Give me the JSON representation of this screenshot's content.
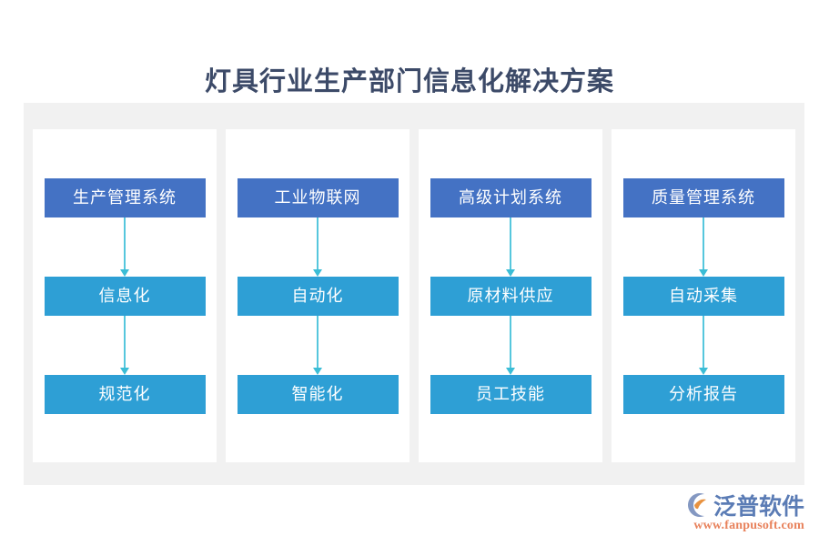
{
  "page": {
    "title": "灯具行业生产部门信息化解决方案",
    "background_color": "#ffffff",
    "panel_color": "#f1f1f1",
    "card_color": "#ffffff"
  },
  "colors": {
    "title_text": "#3c4a68",
    "node_level0": "#4472c4",
    "node_level1": "#2e9fd5",
    "node_level2": "#2e9fd5",
    "arrow": "#3bbdd6",
    "logo_name": "#5b7cb5",
    "logo_url": "#e8825c",
    "logo_mark_arc": "#7c96c4",
    "logo_mark_swoosh": "#e8923f"
  },
  "diagram": {
    "type": "flow-columns",
    "columns": [
      {
        "id": "column-1",
        "nodes": [
          {
            "label": "生产管理系统",
            "level": 0
          },
          {
            "label": "信息化",
            "level": 1
          },
          {
            "label": "规范化",
            "level": 2
          }
        ]
      },
      {
        "id": "column-2",
        "nodes": [
          {
            "label": "工业物联网",
            "level": 0
          },
          {
            "label": "自动化",
            "level": 1
          },
          {
            "label": "智能化",
            "level": 2
          }
        ]
      },
      {
        "id": "column-3",
        "nodes": [
          {
            "label": "高级计划系统",
            "level": 0
          },
          {
            "label": "原材料供应",
            "level": 1
          },
          {
            "label": "员工技能",
            "level": 2
          }
        ]
      },
      {
        "id": "column-4",
        "nodes": [
          {
            "label": "质量管理系统",
            "level": 0
          },
          {
            "label": "自动采集",
            "level": 1
          },
          {
            "label": "分析报告",
            "level": 2
          }
        ]
      }
    ]
  },
  "logo": {
    "name": "泛普软件",
    "url": "www.fanpusoft.com",
    "mark_icon": "fanpu-arc-swoosh-icon"
  }
}
